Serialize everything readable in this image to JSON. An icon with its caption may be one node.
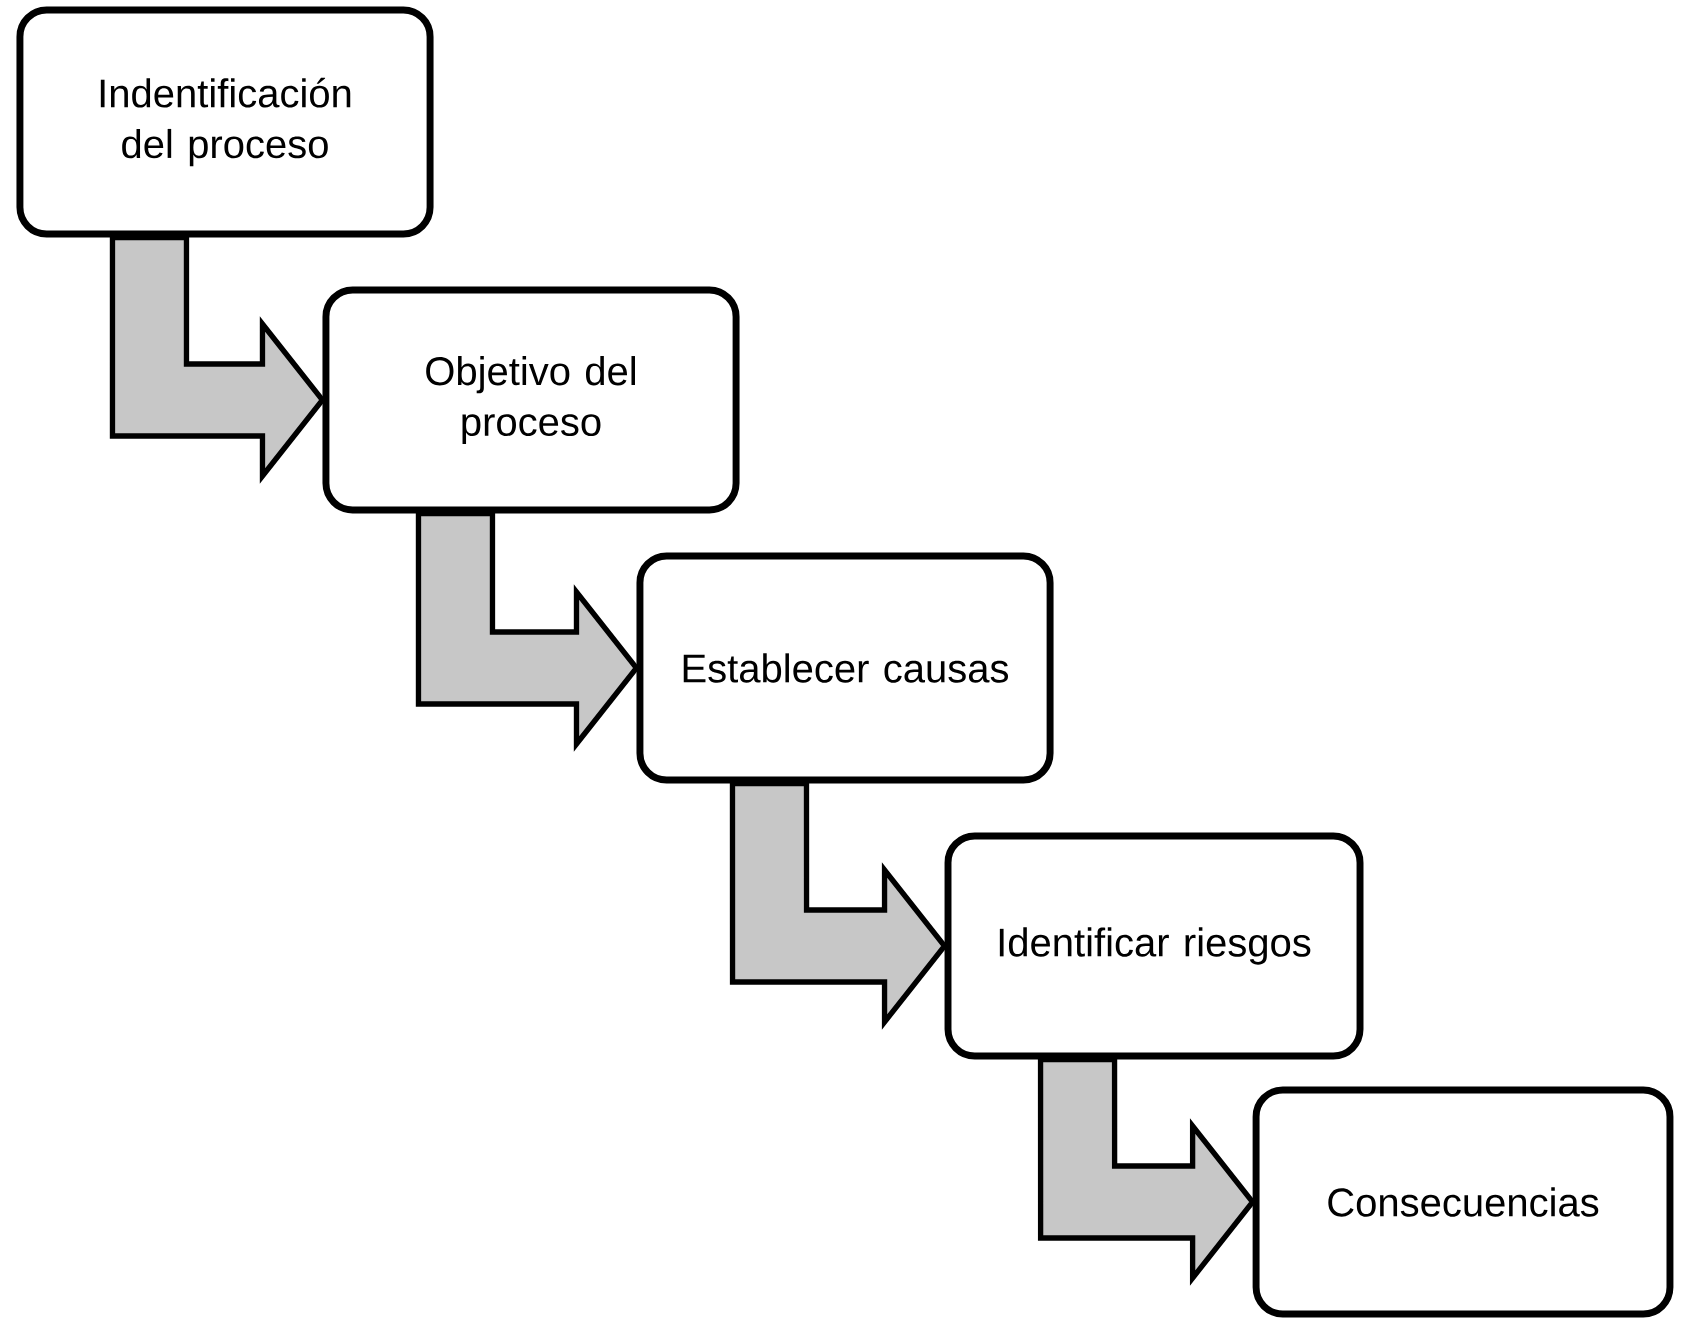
{
  "diagram": {
    "nodes": [
      {
        "text": [
          "Indentificación del proceso"
        ]
      },
      {
        "text": [
          "Objetivo del proceso"
        ]
      },
      {
        "text": [
          "Establecer causas"
        ]
      },
      {
        "text": [
          "Identificar riesgos"
        ]
      },
      {
        "text": [
          "Consecuencias"
        ]
      }
    ],
    "edges": [
      {
        "from": 0,
        "to": 1,
        "arrow": "to"
      },
      {
        "from": 1,
        "to": 2,
        "arrow": "to"
      },
      {
        "from": 2,
        "to": 3,
        "arrow": "to"
      },
      {
        "from": 3,
        "to": 4,
        "arrow": "to"
      }
    ]
  }
}
